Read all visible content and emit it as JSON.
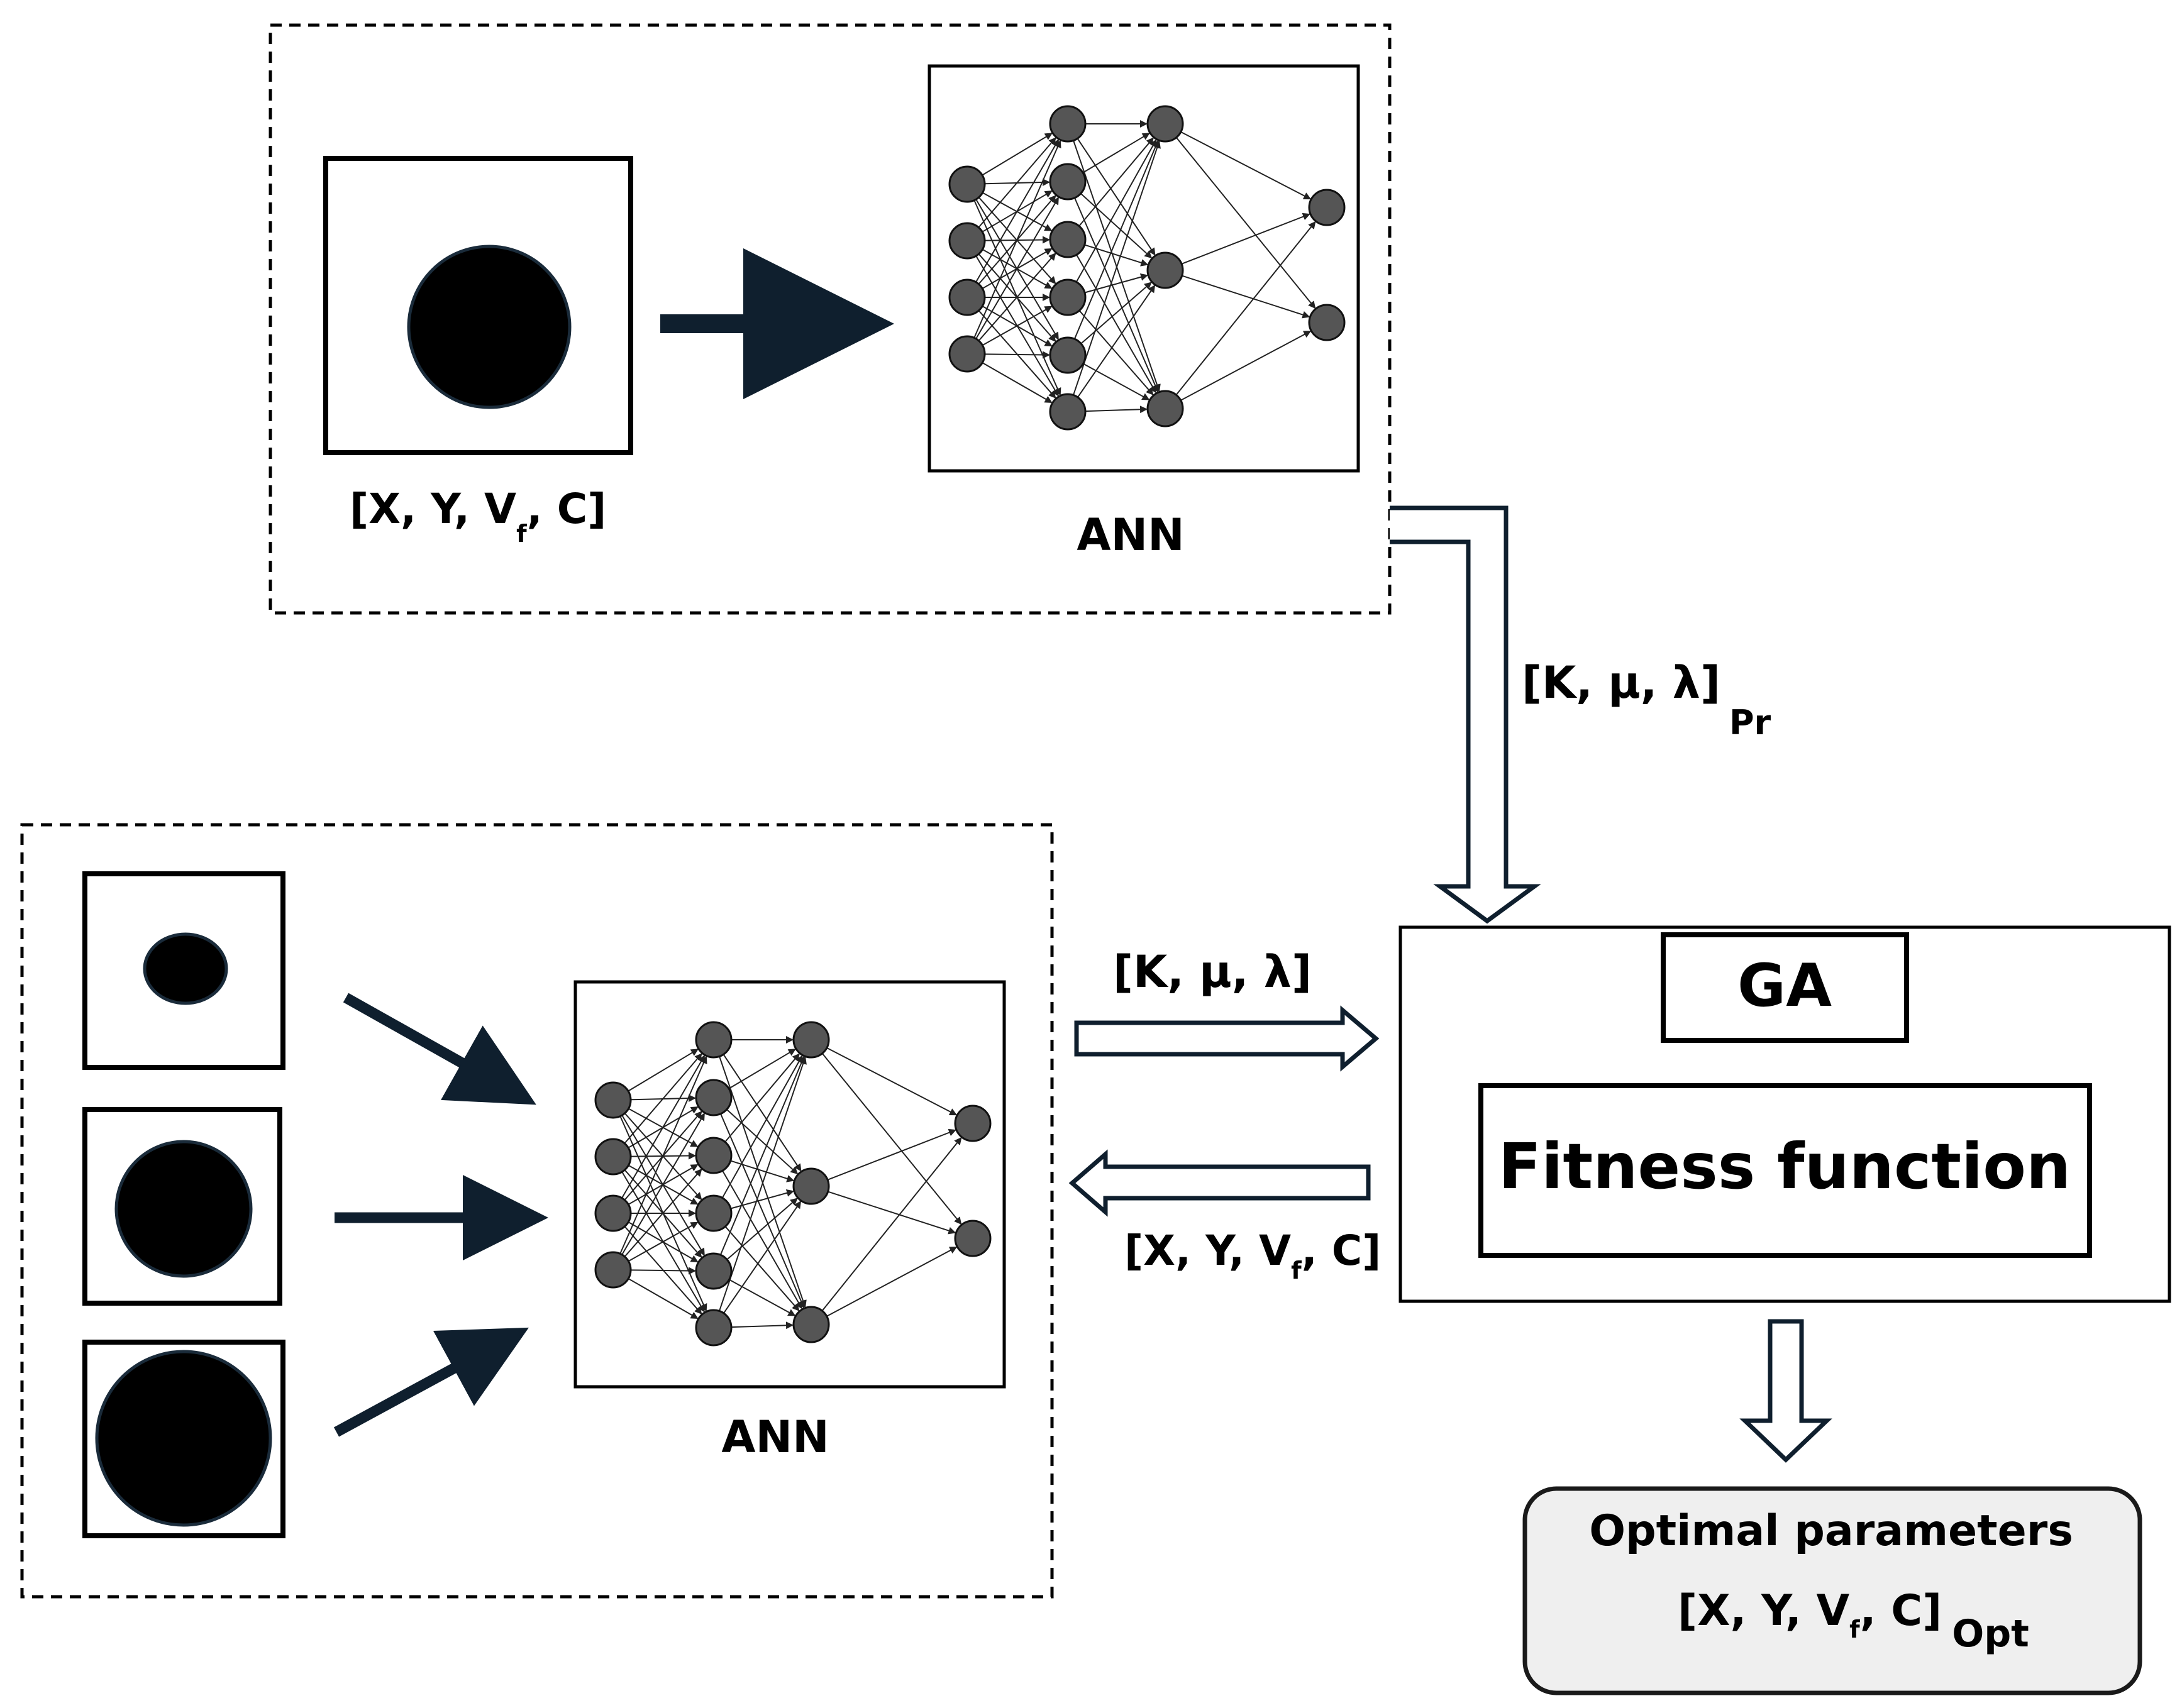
{
  "top_panel": {
    "input_label": {
      "main": "[X, Y, V",
      "sub": "f",
      "tail": ", C]"
    },
    "ann_label": "ANN"
  },
  "bottom_panel": {
    "ann_label": "ANN"
  },
  "connectors": {
    "pred_label": {
      "main": "[K, μ, λ]",
      "sub": "Pr"
    },
    "forward_label": "[K, μ, λ]",
    "back_label": {
      "main": "[X, Y, V",
      "sub": "f",
      "tail": ", C]"
    }
  },
  "ga_block": {
    "title": "GA",
    "fitness_label": "Fitness function"
  },
  "output": {
    "title": "Optimal parameters",
    "params": {
      "main": "[X, Y, V",
      "sub": "f",
      "tail": ", C]",
      "suffix": "Opt"
    }
  },
  "colors": {
    "node_fill": "#555555",
    "arrow_dark": "#0f1f2e",
    "output_fill": "#efefef"
  }
}
